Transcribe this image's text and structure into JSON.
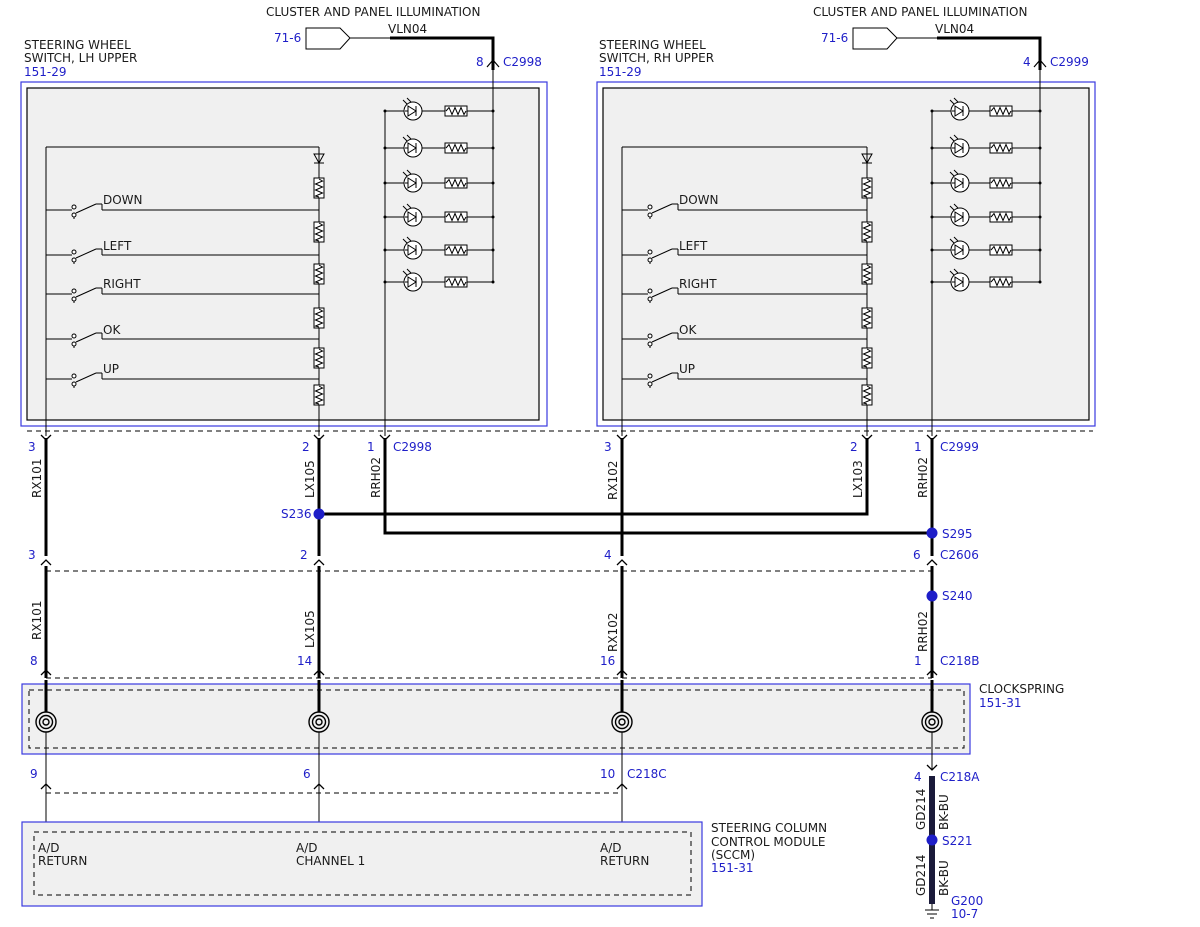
{
  "illum_left": {
    "title": "CLUSTER AND PANEL ILLUMINATION",
    "ref": "71-6",
    "wire": "VLN04",
    "pin": "8",
    "connector": "C2998"
  },
  "illum_right": {
    "title": "CLUSTER AND PANEL ILLUMINATION",
    "ref": "71-6",
    "wire": "VLN04",
    "pin": "4",
    "connector": "C2999"
  },
  "switch_left": {
    "name_line1": "STEERING WHEEL",
    "name_line2": "SWITCH, LH UPPER",
    "ref": "151-29"
  },
  "switch_right": {
    "name_line1": "STEERING WHEEL",
    "name_line2": "SWITCH, RH UPPER",
    "ref": "151-29"
  },
  "buttons": [
    "DOWN",
    "LEFT",
    "RIGHT",
    "OK",
    "UP"
  ],
  "left_connector": {
    "pins": [
      "3",
      "2",
      "1"
    ],
    "name": "C2998"
  },
  "right_connector": {
    "pins": [
      "3",
      "2",
      "1"
    ],
    "name": "C2999"
  },
  "wires_upper": [
    "RX101",
    "LX105",
    "RRH02",
    "RX102",
    "LX103",
    "RRH02"
  ],
  "splices": {
    "s236": "S236",
    "s295": "S295",
    "s240": "S240",
    "s221": "S221"
  },
  "c2606": {
    "pins": [
      "3",
      "2",
      "4",
      "6"
    ],
    "name": "C2606"
  },
  "wires_mid": [
    "RX101",
    "LX105",
    "RX102",
    "RRH02"
  ],
  "c218b": {
    "pins": [
      "8",
      "14",
      "16",
      "1"
    ],
    "name": "C218B"
  },
  "clockspring": {
    "name": "CLOCKSPRING",
    "ref": "151-31"
  },
  "c218c": {
    "pins": [
      "9",
      "6",
      "10"
    ],
    "name": "C218C"
  },
  "c218a": {
    "pin": "4",
    "name": "C218A"
  },
  "ground_wire": {
    "circuit": "GD214",
    "color": "BK-BU"
  },
  "ground": {
    "name": "G200",
    "ref": "10-7"
  },
  "sccm": {
    "name_line1": "STEERING COLUMN",
    "name_line2": "CONTROL MODULE",
    "name_line3": "(SCCM)",
    "ref": "151-31",
    "pin_labels": [
      {
        "line1": "A/D",
        "line2": "RETURN"
      },
      {
        "line1": "A/D",
        "line2": "CHANNEL 1"
      },
      {
        "line1": "A/D",
        "line2": "RETURN"
      }
    ]
  }
}
